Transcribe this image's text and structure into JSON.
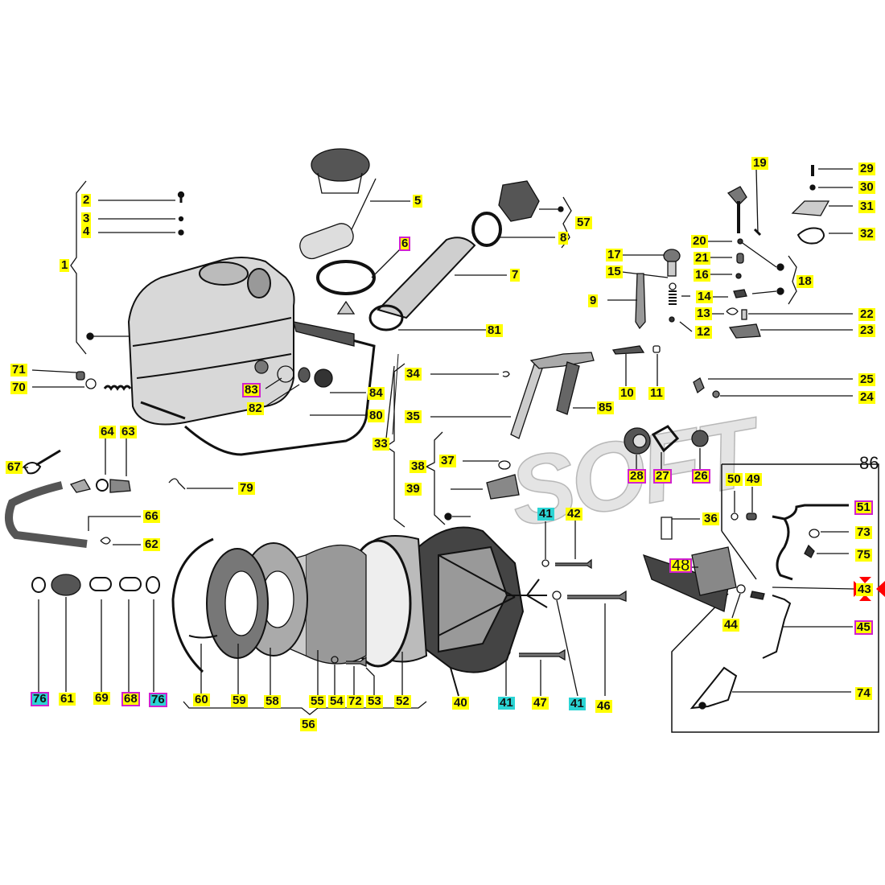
{
  "watermark": "SOFT",
  "callouts": {
    "c1": "1",
    "c2": "2",
    "c3": "3",
    "c4": "4",
    "c5": "5",
    "c6": "6",
    "c7": "7",
    "c8": "8",
    "c81": "81",
    "c57": "57",
    "c19": "19",
    "c29": "29",
    "c30": "30",
    "c31": "31",
    "c32": "32",
    "c20": "20",
    "c21": "21",
    "c16": "16",
    "c17": "17",
    "c15": "15",
    "c14": "14",
    "c9": "9",
    "c13": "13",
    "c12": "12",
    "c18": "18",
    "c22": "22",
    "c23": "23",
    "c10": "10",
    "c11": "11",
    "c25": "25",
    "c24": "24",
    "c71": "71",
    "c70": "70",
    "c83": "83",
    "c84": "84",
    "c82": "82",
    "c80": "80",
    "c34": "34",
    "c35": "35",
    "c85": "85",
    "c33": "33",
    "c38": "38",
    "c37": "37",
    "c39": "39",
    "c28": "28",
    "c27": "27",
    "c26": "26",
    "c86": "86",
    "c50": "50",
    "c49": "49",
    "c51": "51",
    "c36": "36",
    "c73": "73",
    "c75": "75",
    "c48": "48",
    "c43": "43",
    "c44": "44",
    "c45": "45",
    "c74": "74",
    "c64": "64",
    "c63": "63",
    "c67": "67",
    "c79": "79",
    "c66": "66",
    "c62": "62",
    "c41a": "41",
    "c42": "42",
    "c76a": "76",
    "c61": "61",
    "c69": "69",
    "c68": "68",
    "c76b": "76",
    "c60": "60",
    "c59": "59",
    "c58": "58",
    "c55": "55",
    "c54": "54",
    "c72": "72",
    "c53": "53",
    "c52": "52",
    "c40": "40",
    "c41b": "41",
    "c47": "47",
    "c41c": "41",
    "c46": "46",
    "c56": "56"
  },
  "colors": {
    "highlight_yellow": "#ffff00",
    "highlight_cyan": "#2bd4d4",
    "box_magenta": "#d020d0",
    "marker_red": "#ff0000"
  }
}
